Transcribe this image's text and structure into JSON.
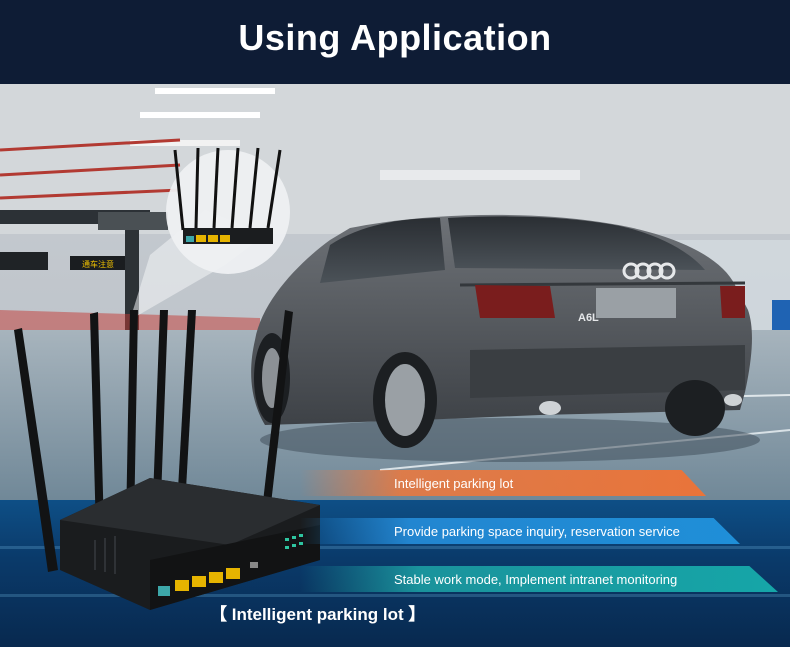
{
  "header": {
    "title": "Using Application"
  },
  "banners": [
    {
      "text": "Intelligent parking lot"
    },
    {
      "text": "Provide parking space inquiry, reservation service"
    },
    {
      "text": "Stable work mode, Implement intranet monitoring"
    }
  ],
  "caption": "【 Intelligent parking lot 】",
  "car": {
    "plate_text": "A6L"
  },
  "sign": {
    "text": "通车注意"
  },
  "colors": {
    "header_bg": "#0e1c35",
    "banner_orange": "#e9743a",
    "banner_blue": "#1f8fd8",
    "banner_teal": "#16a6a8",
    "router_port": "#e6b400"
  }
}
